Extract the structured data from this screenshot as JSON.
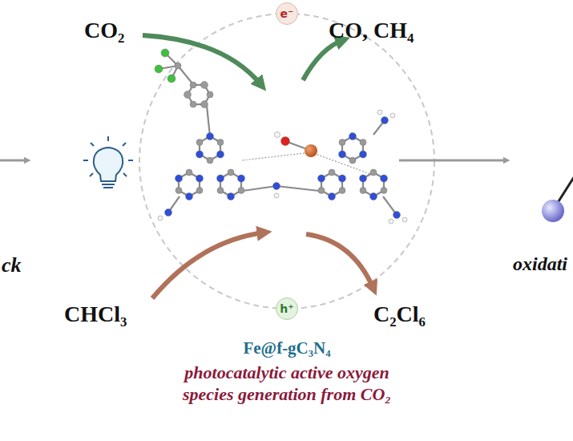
{
  "diagram": {
    "nodes": [
      {
        "text": [
          "e⁻"
        ]
      },
      {
        "text": [
          "h⁺"
        ]
      }
    ],
    "labels": [
      "CO₂",
      "CO, CH₄",
      "CHCl₃",
      "C₂Cl₆",
      "Fe@f-gC₃N₄",
      "photocatalytic active oxygen species generation from CO₂",
      "ck",
      "oxidati"
    ]
  }
}
